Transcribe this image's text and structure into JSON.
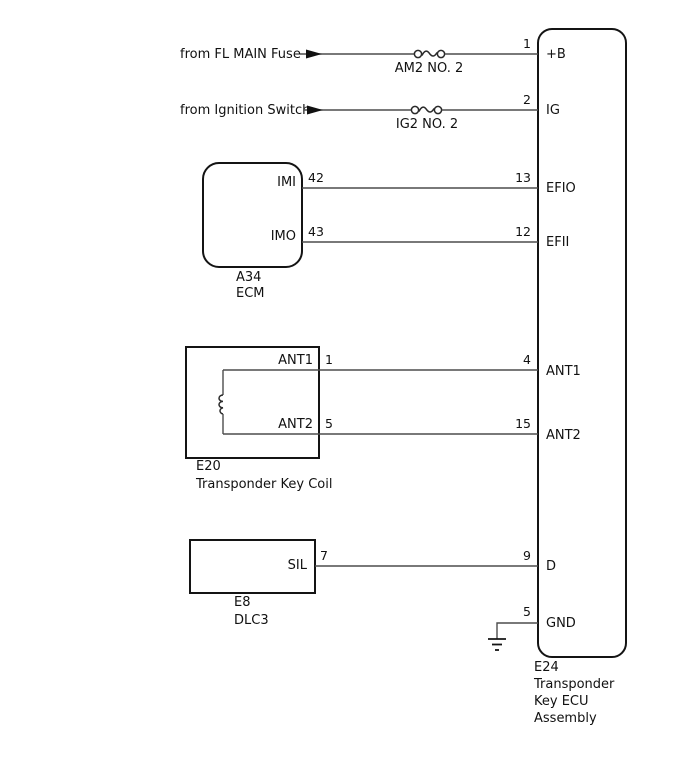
{
  "diagram_type": "automotive wiring diagram",
  "sources": {
    "fl_main_fuse": {
      "label": "from FL MAIN Fuse",
      "fuse_label": "AM2 NO. 2"
    },
    "ignition_switch": {
      "label": "from Ignition Switch",
      "fuse_label": "IG2 NO. 2"
    }
  },
  "ecm": {
    "id": "A34",
    "name": "ECM",
    "pins": [
      {
        "label": "IMI",
        "number": "42"
      },
      {
        "label": "IMO",
        "number": "43"
      }
    ]
  },
  "key_coil": {
    "id": "E20",
    "name": "Transponder Key Coil",
    "pins": [
      {
        "label": "ANT1",
        "number": "1"
      },
      {
        "label": "ANT2",
        "number": "5"
      }
    ]
  },
  "dlc3": {
    "id": "E8",
    "name": "DLC3",
    "pins": [
      {
        "label": "SIL",
        "number": "7"
      }
    ]
  },
  "ecu": {
    "id": "E24",
    "name_line1": "Transponder",
    "name_line2": "Key ECU",
    "name_line3": "Assembly",
    "pins": [
      {
        "number": "1",
        "label": "+B"
      },
      {
        "number": "2",
        "label": "IG"
      },
      {
        "number": "13",
        "label": "EFIO"
      },
      {
        "number": "12",
        "label": "EFII"
      },
      {
        "number": "4",
        "label": "ANT1"
      },
      {
        "number": "15",
        "label": "ANT2"
      },
      {
        "number": "9",
        "label": "D"
      },
      {
        "number": "5",
        "label": "GND"
      }
    ]
  },
  "colors": {
    "background": "#ffffff",
    "wire": "#4d4d4d",
    "outline": "#141414",
    "text": "#111111"
  }
}
